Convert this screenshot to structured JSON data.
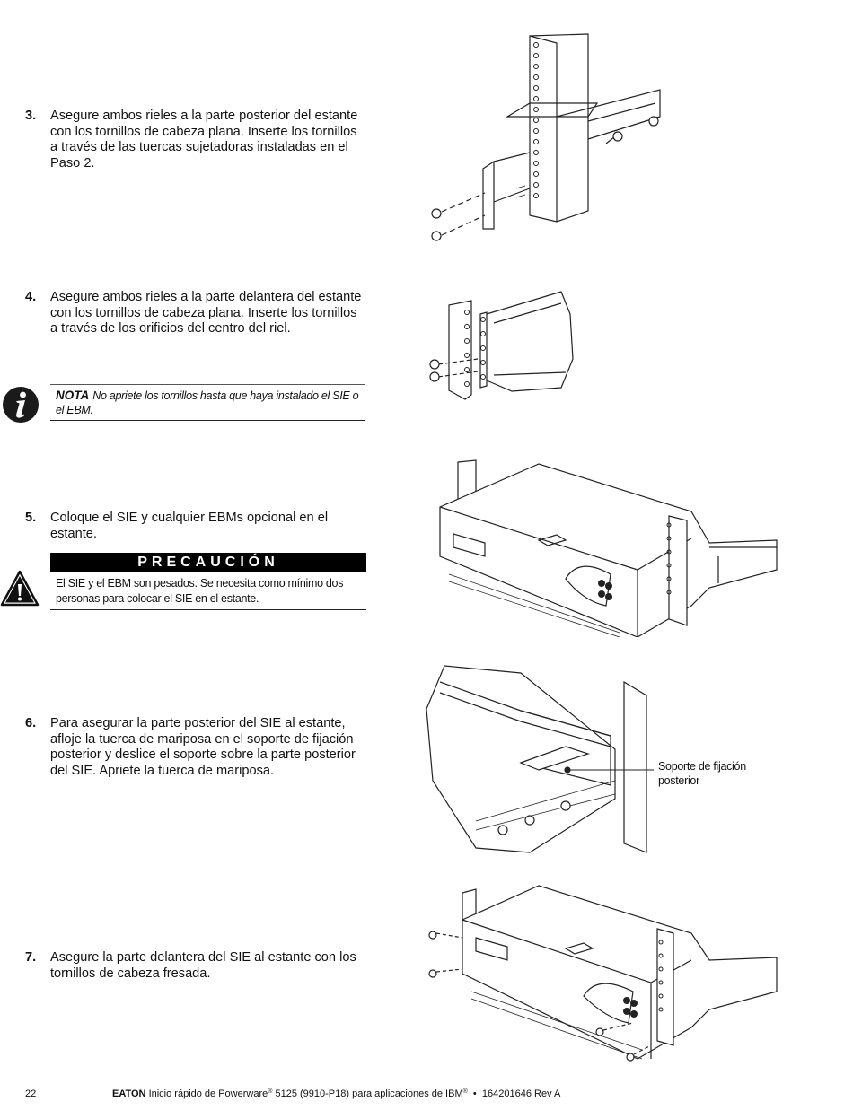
{
  "steps": [
    {
      "num": "3.",
      "text": "Asegure ambos rieles a la parte posterior del estante con los tornillos de cabeza plana. Inserte los tornillos a través de las tuercas sujetadoras instaladas en el Paso 2."
    },
    {
      "num": "4.",
      "text": "Asegure ambos rieles a la parte delantera del estante con los tornillos de cabeza plana. Inserte los tornillos a través de los orificios del centro del riel."
    },
    {
      "num": "5.",
      "text": "Coloque el SIE y cualquier EBMs opcional en el estante."
    },
    {
      "num": "6.",
      "text": "Para asegurar la parte posterior del SIE al estante, afloje la tuerca de mariposa en el soporte de fijación posterior y deslice el soporte sobre la parte posterior del SIE. Apriete la tuerca de mariposa."
    },
    {
      "num": "7.",
      "text": "Asegure la parte delantera del SIE al estante con los tornillos de cabeza fresada."
    }
  ],
  "note": {
    "keyword": "NOTA",
    "text": "No apriete los tornillos hasta que haya instalado el SIE o el EBM."
  },
  "caution": {
    "title": "PRECAUCIÓN",
    "text": "El SIE y el EBM son pesados. Se necesita como mínimo dos personas para colocar el SIE en el estante."
  },
  "callout": {
    "text": "Soporte de fijación posterior"
  },
  "footer": {
    "page_number": "22",
    "brand": "EATON",
    "title_a": "Inicio rápido de Powerware",
    "reg1": "®",
    "title_b": "5125 (9910-P18) para aplicaciones de IBM",
    "reg2": "®",
    "bullet": "•",
    "doc_number": "164201646 Rev A"
  },
  "icons": {
    "note": "info-icon",
    "caution": "warning-icon"
  }
}
